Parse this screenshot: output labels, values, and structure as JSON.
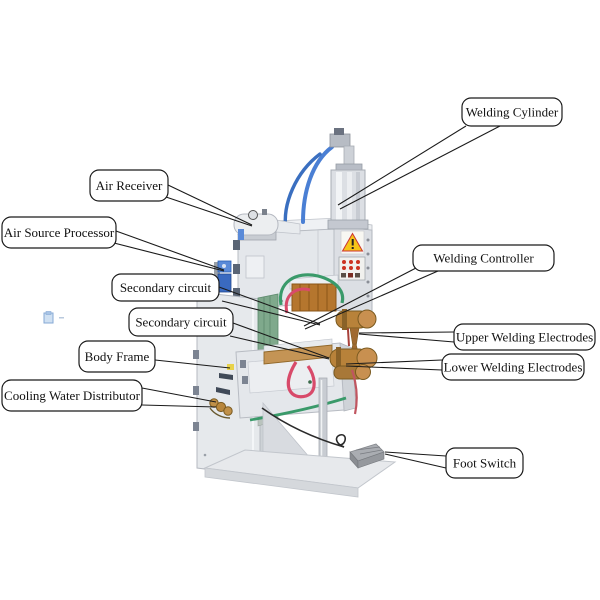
{
  "diagram": {
    "type": "labeled-machine-diagram",
    "subject": "press type spot welding machine",
    "background": "#ffffff"
  },
  "labels": [
    {
      "text": "Welding Cylinder"
    },
    {
      "text": "Air Receiver"
    },
    {
      "text": "Air Source Processor"
    },
    {
      "text": "Secondary circuit"
    },
    {
      "text": "Secondary circuit"
    },
    {
      "text": "Welding Controller"
    },
    {
      "text": "Upper Welding Electrodes"
    },
    {
      "text": "Lower Welding Electrodes"
    },
    {
      "text": "Body Frame"
    },
    {
      "text": "Cooling Water Distributor"
    },
    {
      "text": "Foot Switch"
    }
  ],
  "colors": {
    "machine_body": "#e6e9ec",
    "machine_edge": "#b5b9c0",
    "copper_brass": "#b8823a",
    "tube_blue": "#4a7fd4",
    "tube_green": "#3a9a6a",
    "tube_red": "#d84a6a",
    "transformer_green": "#7fa98c",
    "warning_yellow": "#f5c518",
    "leader_line": "#1a1a1a"
  }
}
